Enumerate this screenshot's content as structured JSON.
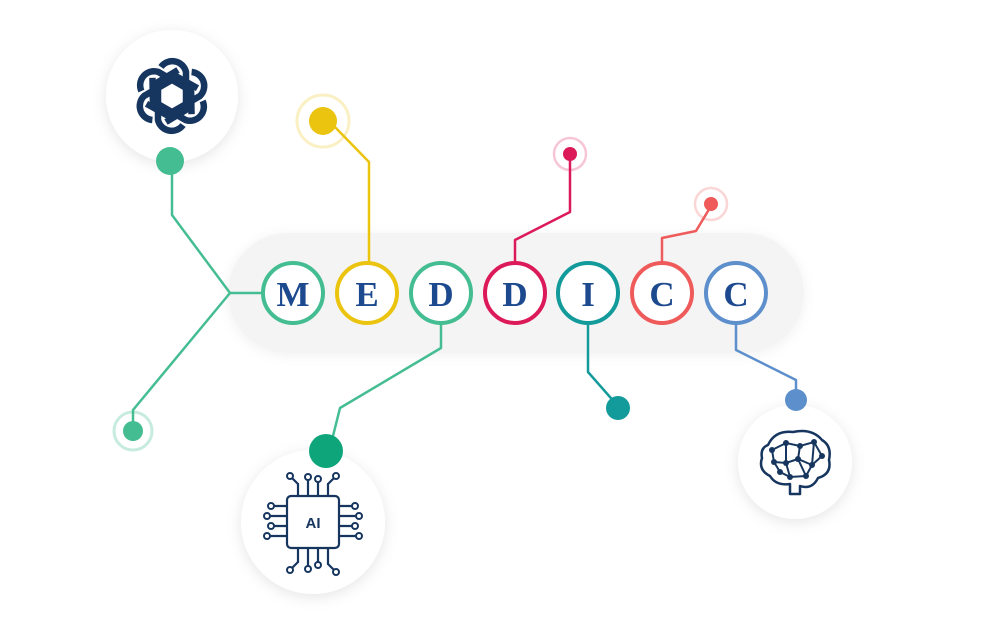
{
  "diagram": {
    "letters": [
      {
        "label": "M",
        "color": "#45bd92"
      },
      {
        "label": "E",
        "color": "#eac40f"
      },
      {
        "label": "D",
        "color": "#45bd92"
      },
      {
        "label": "D",
        "color": "#dc1a5a"
      },
      {
        "label": "I",
        "color": "#139a9a"
      },
      {
        "label": "C",
        "color": "#ee5b5a"
      },
      {
        "label": "C",
        "color": "#5c8fcb"
      }
    ],
    "icons": {
      "openai": "openai-logo-icon",
      "ai_chip": "ai-chip-icon",
      "brain": "neural-brain-icon"
    },
    "chip_label": "AI",
    "colors": {
      "icon_navy": "#17365f",
      "pill_background": "#f4f4f4",
      "chip_dot": "#0ea57a"
    }
  }
}
